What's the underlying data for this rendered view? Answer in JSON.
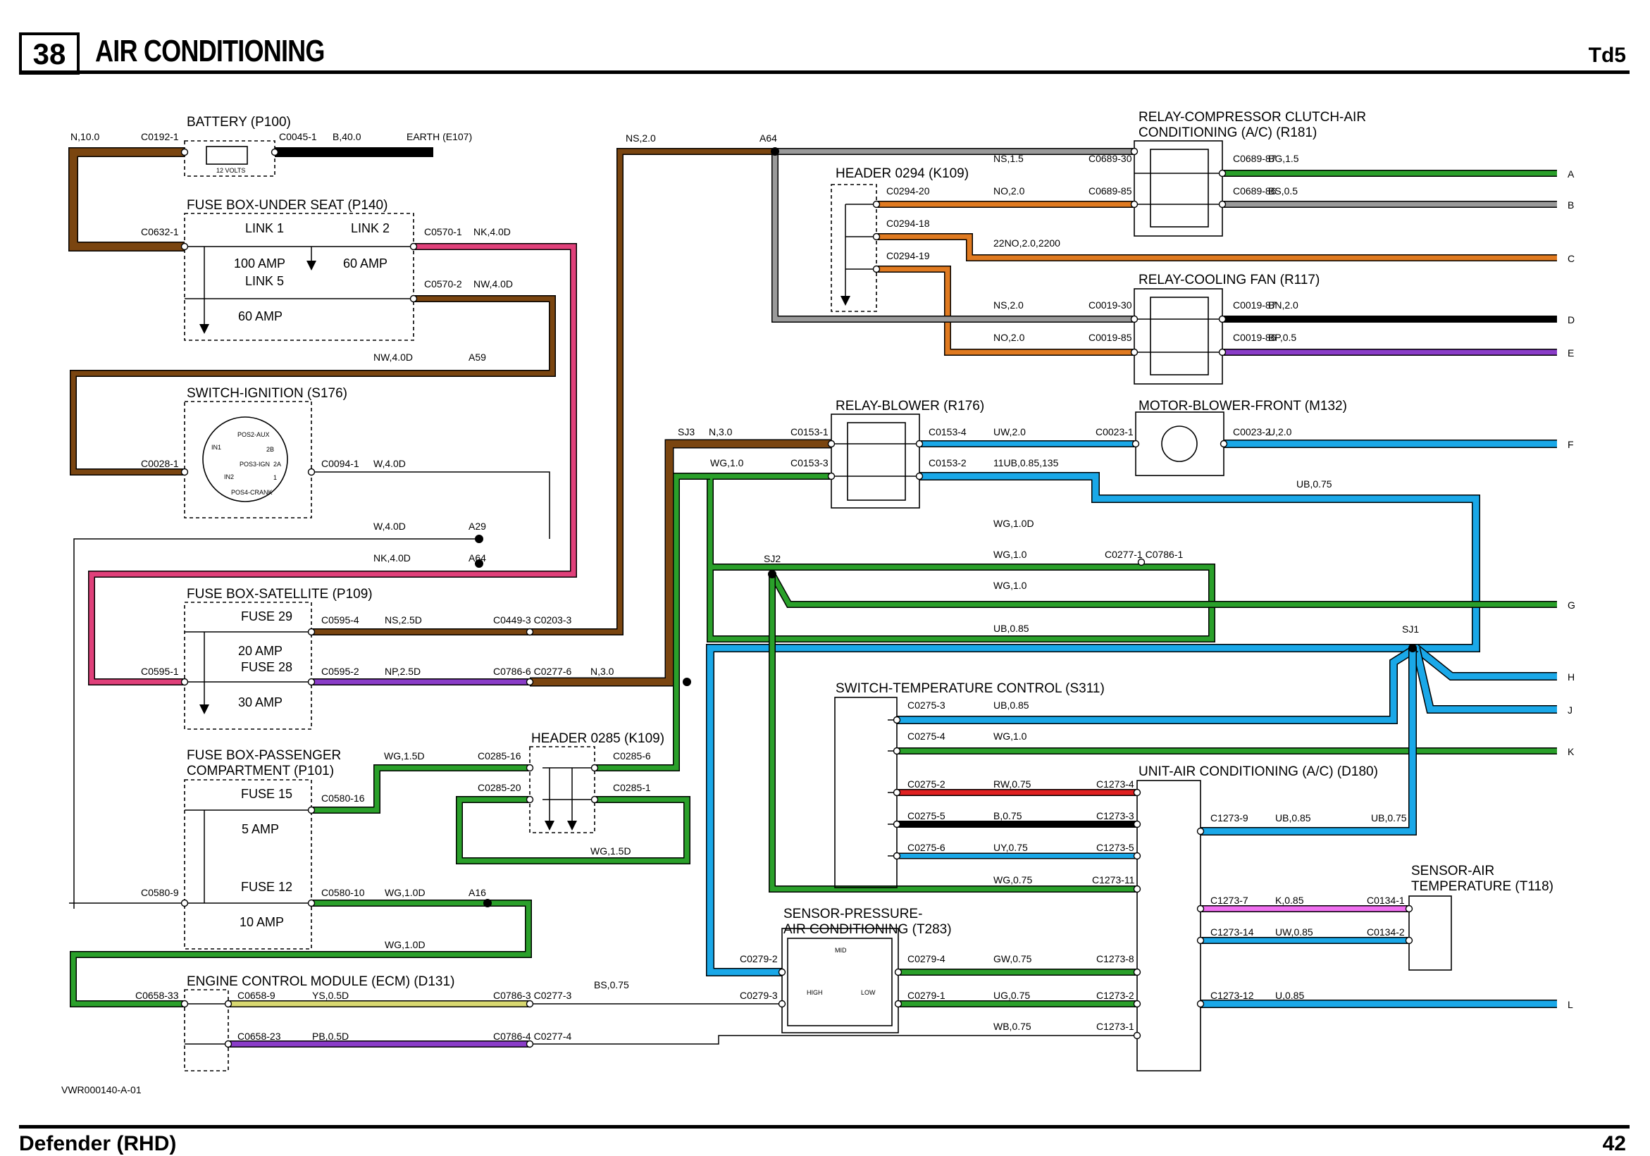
{
  "header": {
    "page_number": "38",
    "title": "AIR CONDITIONING",
    "engine": "Td5"
  },
  "footer": {
    "model": "Defender (RHD)",
    "page": "42",
    "drawing_ref": "VWR000140-A-01"
  },
  "colors": {
    "brown": "#7a4510",
    "pink": "#e0407a",
    "orange": "#e07a20",
    "green": "#2aa02a",
    "blue": "#1aa8e8",
    "black": "#000000",
    "grey": "#9a9a9a",
    "purple": "#8a3cc8",
    "red": "#e02020",
    "yellow": "#d8d870",
    "magenta": "#f070f0"
  },
  "components": {
    "battery": "BATTERY (P100)",
    "fusebox_seat": "FUSE BOX-UNDER SEAT (P140)",
    "switch_ign": "SWITCH-IGNITION (S176)",
    "fusebox_sat": "FUSE BOX-SATELLITE (P109)",
    "fusebox_pass_1": "FUSE BOX-PASSENGER",
    "fusebox_pass_2": "COMPARTMENT (P101)",
    "ecm": "ENGINE CONTROL MODULE (ECM) (D131)",
    "header_0294": "HEADER 0294 (K109)",
    "header_0285": "HEADER 0285 (K109)",
    "relay_comp_1": "RELAY-COMPRESSOR CLUTCH-AIR",
    "relay_comp_2": "CONDITIONING (A/C) (R181)",
    "relay_fan": "RELAY-COOLING FAN (R117)",
    "relay_blower": "RELAY-BLOWER (R176)",
    "motor_blower": "MOTOR-BLOWER-FRONT (M132)",
    "switch_temp": "SWITCH-TEMPERATURE CONTROL (S311)",
    "unit_ac": "UNIT-AIR CONDITIONING (A/C) (D180)",
    "sensor_pressure_1": "SENSOR-PRESSURE-",
    "sensor_pressure_2": "AIR CONDITIONING (T283)",
    "sensor_air_1": "SENSOR-AIR",
    "sensor_air_2": "TEMPERATURE (T118)"
  },
  "fuses": {
    "link1": "LINK 1",
    "link2": "LINK 2",
    "link5": "LINK 5",
    "amp100": "100 AMP",
    "amp60a": "60 AMP",
    "amp60b": "60 AMP",
    "fuse29": "FUSE 29",
    "fuse28": "FUSE 28",
    "amp20": "20 AMP",
    "amp30": "30 AMP",
    "fuse15": "FUSE 15",
    "fuse12": "FUSE 12",
    "amp5": "5 AMP",
    "amp10": "10 AMP",
    "volts": "12 VOLTS",
    "mid": "MID",
    "high": "HIGH",
    "low": "LOW"
  },
  "ignition_positions": [
    "POS2-AUX",
    "POS3-IGN",
    "POS4-CRANK",
    "IN1",
    "IN2",
    "2B",
    "2A",
    "1"
  ],
  "labels": [
    {
      "t": "N,10.0"
    },
    {
      "t": "C0192-1"
    },
    {
      "t": "C0045-1"
    },
    {
      "t": "B,40.0"
    },
    {
      "t": "EARTH (E107)"
    },
    {
      "t": "C0632-1"
    },
    {
      "t": "C0570-1"
    },
    {
      "t": "NK,4.0D"
    },
    {
      "t": "C0570-2"
    },
    {
      "t": "NW,4.0D"
    },
    {
      "t": "NW,4.0D"
    },
    {
      "t": "A59"
    },
    {
      "t": "C0028-1"
    },
    {
      "t": "C0094-1"
    },
    {
      "t": "W,4.0D"
    },
    {
      "t": "W,4.0D"
    },
    {
      "t": "A29"
    },
    {
      "t": "NK,4.0D"
    },
    {
      "t": "A64"
    },
    {
      "t": "C0595-4"
    },
    {
      "t": "NS,2.5D"
    },
    {
      "t": "C0449-3 C0203-3"
    },
    {
      "t": "C0595-1"
    },
    {
      "t": "C0595-2"
    },
    {
      "t": "NP,2.5D"
    },
    {
      "t": "C0786-6 C0277-6"
    },
    {
      "t": "N,3.0"
    },
    {
      "t": "WG,1.5D"
    },
    {
      "t": "C0285-16"
    },
    {
      "t": "C0580-16"
    },
    {
      "t": "C0285-20"
    },
    {
      "t": "WG,1.5D"
    },
    {
      "t": "C0580-9"
    },
    {
      "t": "C0580-10"
    },
    {
      "t": "WG,1.0D"
    },
    {
      "t": "A16"
    },
    {
      "t": "WG,1.0D"
    },
    {
      "t": "C0658-33"
    },
    {
      "t": "C0658-9"
    },
    {
      "t": "YS,0.5D"
    },
    {
      "t": "C0786-3 C0277-3"
    },
    {
      "t": "BS,0.75"
    },
    {
      "t": "C0658-23"
    },
    {
      "t": "PB,0.5D"
    },
    {
      "t": "C0786-4 C0277-4"
    },
    {
      "t": "NS,2.0"
    },
    {
      "t": "A64"
    },
    {
      "t": "NS,1.5"
    },
    {
      "t": "C0689-30"
    },
    {
      "t": "C0689-87"
    },
    {
      "t": "BG,1.5"
    },
    {
      "t": "C0294-20"
    },
    {
      "t": "NO,2.0"
    },
    {
      "t": "C0689-85"
    },
    {
      "t": "C0689-86"
    },
    {
      "t": "BS,0.5"
    },
    {
      "t": "C0294-18"
    },
    {
      "t": "22NO,2.0,2200"
    },
    {
      "t": "C0294-19"
    },
    {
      "t": "NS,2.0"
    },
    {
      "t": "C0019-30"
    },
    {
      "t": "C0019-87"
    },
    {
      "t": "BN,2.0"
    },
    {
      "t": "NO,2.0"
    },
    {
      "t": "C0019-85"
    },
    {
      "t": "C0019-86"
    },
    {
      "t": "BP,0.5"
    },
    {
      "t": "SJ3"
    },
    {
      "t": "N,3.0"
    },
    {
      "t": "C0153-1"
    },
    {
      "t": "C0153-4"
    },
    {
      "t": "UW,2.0"
    },
    {
      "t": "C0023-1"
    },
    {
      "t": "C0023-2"
    },
    {
      "t": "U,2.0"
    },
    {
      "t": "WG,1.0"
    },
    {
      "t": "C0153-3"
    },
    {
      "t": "C0153-2"
    },
    {
      "t": "11UB,0.85,135"
    },
    {
      "t": "UB,0.75"
    },
    {
      "t": "WG,1.0D"
    },
    {
      "t": "SJ2"
    },
    {
      "t": "WG,1.0"
    },
    {
      "t": "C0277-1 C0786-1"
    },
    {
      "t": "WG,1.0"
    },
    {
      "t": "UB,0.85"
    },
    {
      "t": "SJ1"
    },
    {
      "t": "C0275-3"
    },
    {
      "t": "UB,0.85"
    },
    {
      "t": "C0275-4"
    },
    {
      "t": "WG,1.0"
    },
    {
      "t": "C0285-6"
    },
    {
      "t": "C0285-1"
    },
    {
      "t": "C0275-2"
    },
    {
      "t": "RW,0.75"
    },
    {
      "t": "C1273-4"
    },
    {
      "t": "C1273-9"
    },
    {
      "t": "UB,0.85"
    },
    {
      "t": "UB,0.75"
    },
    {
      "t": "C0275-5"
    },
    {
      "t": "B,0.75"
    },
    {
      "t": "C1273-3"
    },
    {
      "t": "C0275-6"
    },
    {
      "t": "UY,0.75"
    },
    {
      "t": "C1273-5"
    },
    {
      "t": "WG,0.75"
    },
    {
      "t": "C1273-11"
    },
    {
      "t": "C1273-7"
    },
    {
      "t": "K,0.85"
    },
    {
      "t": "C0134-1"
    },
    {
      "t": "C1273-14"
    },
    {
      "t": "UW,0.85"
    },
    {
      "t": "C0134-2"
    },
    {
      "t": "C0279-2"
    },
    {
      "t": "C0279-4"
    },
    {
      "t": "GW,0.75"
    },
    {
      "t": "C1273-8"
    },
    {
      "t": "C0279-3"
    },
    {
      "t": "C0279-1"
    },
    {
      "t": "UG,0.75"
    },
    {
      "t": "C1273-2"
    },
    {
      "t": "C1273-12"
    },
    {
      "t": "U,0.85"
    },
    {
      "t": "WB,0.75"
    },
    {
      "t": "C1273-1"
    }
  ],
  "edge_markers": [
    "A",
    "B",
    "C",
    "D",
    "E",
    "F",
    "G",
    "H",
    "J",
    "K",
    "L"
  ]
}
